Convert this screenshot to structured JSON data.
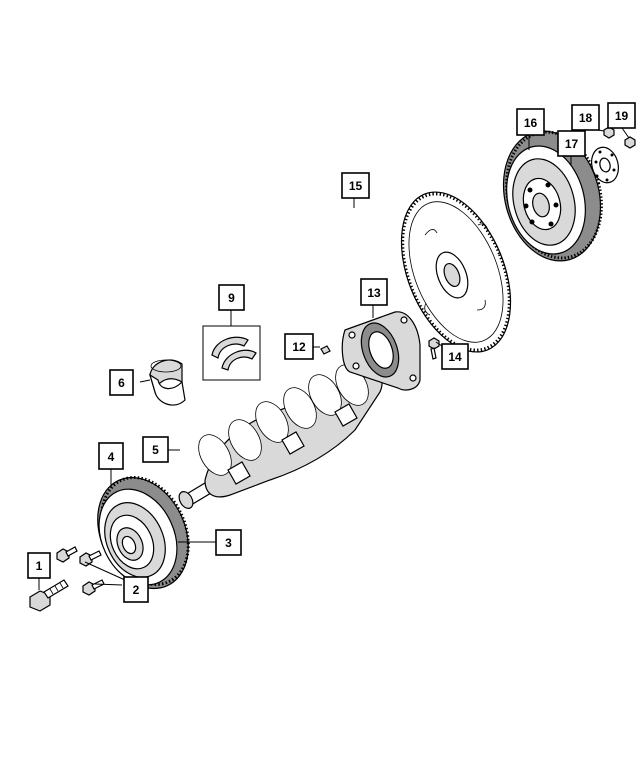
{
  "callouts": [
    {
      "id": "c1",
      "label": "1"
    },
    {
      "id": "c2",
      "label": "2"
    },
    {
      "id": "c3",
      "label": "3"
    },
    {
      "id": "c4",
      "label": "4"
    },
    {
      "id": "c5",
      "label": "5"
    },
    {
      "id": "c6",
      "label": "6"
    },
    {
      "id": "c9",
      "label": "9"
    },
    {
      "id": "c12",
      "label": "12"
    },
    {
      "id": "c13",
      "label": "13"
    },
    {
      "id": "c14",
      "label": "14"
    },
    {
      "id": "c15",
      "label": "15"
    },
    {
      "id": "c16",
      "label": "16"
    },
    {
      "id": "c17",
      "label": "17"
    },
    {
      "id": "c18",
      "label": "18"
    },
    {
      "id": "c19",
      "label": "19"
    }
  ]
}
